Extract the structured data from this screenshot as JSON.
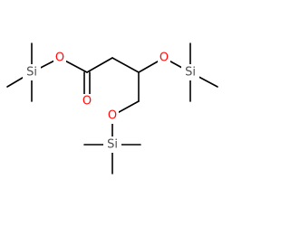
{
  "molecule": {
    "atoms": [
      {
        "id": "si1",
        "label": "Si",
        "element": "Si",
        "color": "#505050"
      },
      {
        "id": "o_ester",
        "label": "O",
        "element": "O",
        "color": "#ff0d0d"
      },
      {
        "id": "o_carbonyl",
        "label": "O",
        "element": "O",
        "color": "#ff0d0d"
      },
      {
        "id": "o_ether1",
        "label": "O",
        "element": "O",
        "color": "#ff0d0d"
      },
      {
        "id": "si2",
        "label": "Si",
        "element": "Si",
        "color": "#505050"
      },
      {
        "id": "o_ether2",
        "label": "O",
        "element": "O",
        "color": "#ff0d0d"
      },
      {
        "id": "si3",
        "label": "Si",
        "element": "Si",
        "color": "#505050"
      }
    ],
    "bond_color": "#000000"
  }
}
